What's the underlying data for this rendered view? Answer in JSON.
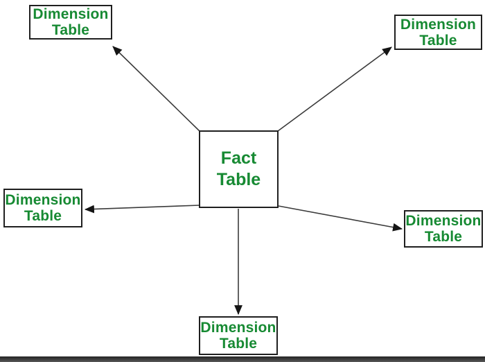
{
  "diagram": {
    "fact_node": {
      "line1": "Fact",
      "line2": "Table"
    },
    "dimension_nodes": [
      {
        "position": "top-left",
        "line1": "Dimension",
        "line2": "Table"
      },
      {
        "position": "top-right",
        "line1": "Dimension",
        "line2": "Table"
      },
      {
        "position": "middle-left",
        "line1": "Dimension",
        "line2": "Table"
      },
      {
        "position": "middle-right",
        "line1": "Dimension",
        "line2": "Table"
      },
      {
        "position": "bottom-center",
        "line1": "Dimension",
        "line2": "Table"
      }
    ]
  },
  "colors": {
    "label_green": "#178a33",
    "box_border": "#1f1f1f",
    "arrow_line": "#3a3a3a",
    "arrow_head": "#151515",
    "canvas_bg": "#ffffff",
    "bottom_bar": "#3d3d3d"
  }
}
